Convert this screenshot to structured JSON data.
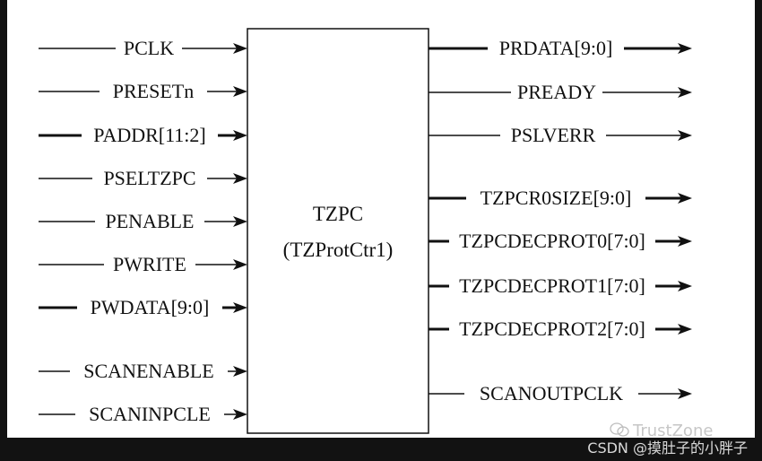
{
  "block": {
    "title": "TZPC",
    "subtitle": "(TZProtCtr1)"
  },
  "inputs": [
    {
      "label": "PCLK",
      "bus": false
    },
    {
      "label": "PRESETn",
      "bus": false
    },
    {
      "label": "PADDR[11:2]",
      "bus": true
    },
    {
      "label": "PSELTZPC",
      "bus": false
    },
    {
      "label": "PENABLE",
      "bus": false
    },
    {
      "label": "PWRITE",
      "bus": false
    },
    {
      "label": "PWDATA[9:0]",
      "bus": true
    },
    {
      "label": "SCANENABLE",
      "bus": false
    },
    {
      "label": "SCANINPCLE",
      "bus": false
    }
  ],
  "outputs": [
    {
      "label": "PRDATA[9:0]",
      "bus": true
    },
    {
      "label": "PREADY",
      "bus": false
    },
    {
      "label": "PSLVERR",
      "bus": false
    },
    {
      "label": "TZPCR0SIZE[9:0]",
      "bus": true
    },
    {
      "label": "TZPCDECPROT0[7:0]",
      "bus": true
    },
    {
      "label": "TZPCDECPROT1[7:0]",
      "bus": true
    },
    {
      "label": "TZPCDECPROT2[7:0]",
      "bus": true
    },
    {
      "label": "SCANOUTPCLK",
      "bus": false
    }
  ],
  "watermark": {
    "wechat": "TrustZone",
    "csdn": "CSDN @摸肚子的小胖子"
  },
  "colors": {
    "line": "#111111",
    "background": "#ffffff",
    "frame": "#121212"
  }
}
